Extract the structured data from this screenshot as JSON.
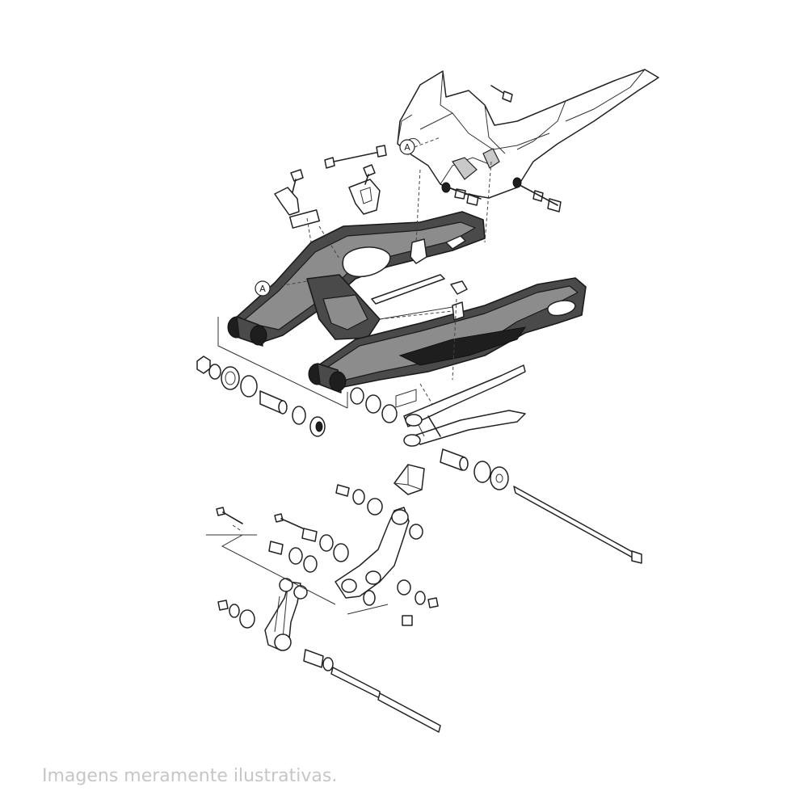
{
  "diagram": {
    "callouts": [
      {
        "label": "A"
      },
      {
        "label": "A"
      }
    ]
  },
  "disclaimer": "Imagens meramente ilustrativas."
}
